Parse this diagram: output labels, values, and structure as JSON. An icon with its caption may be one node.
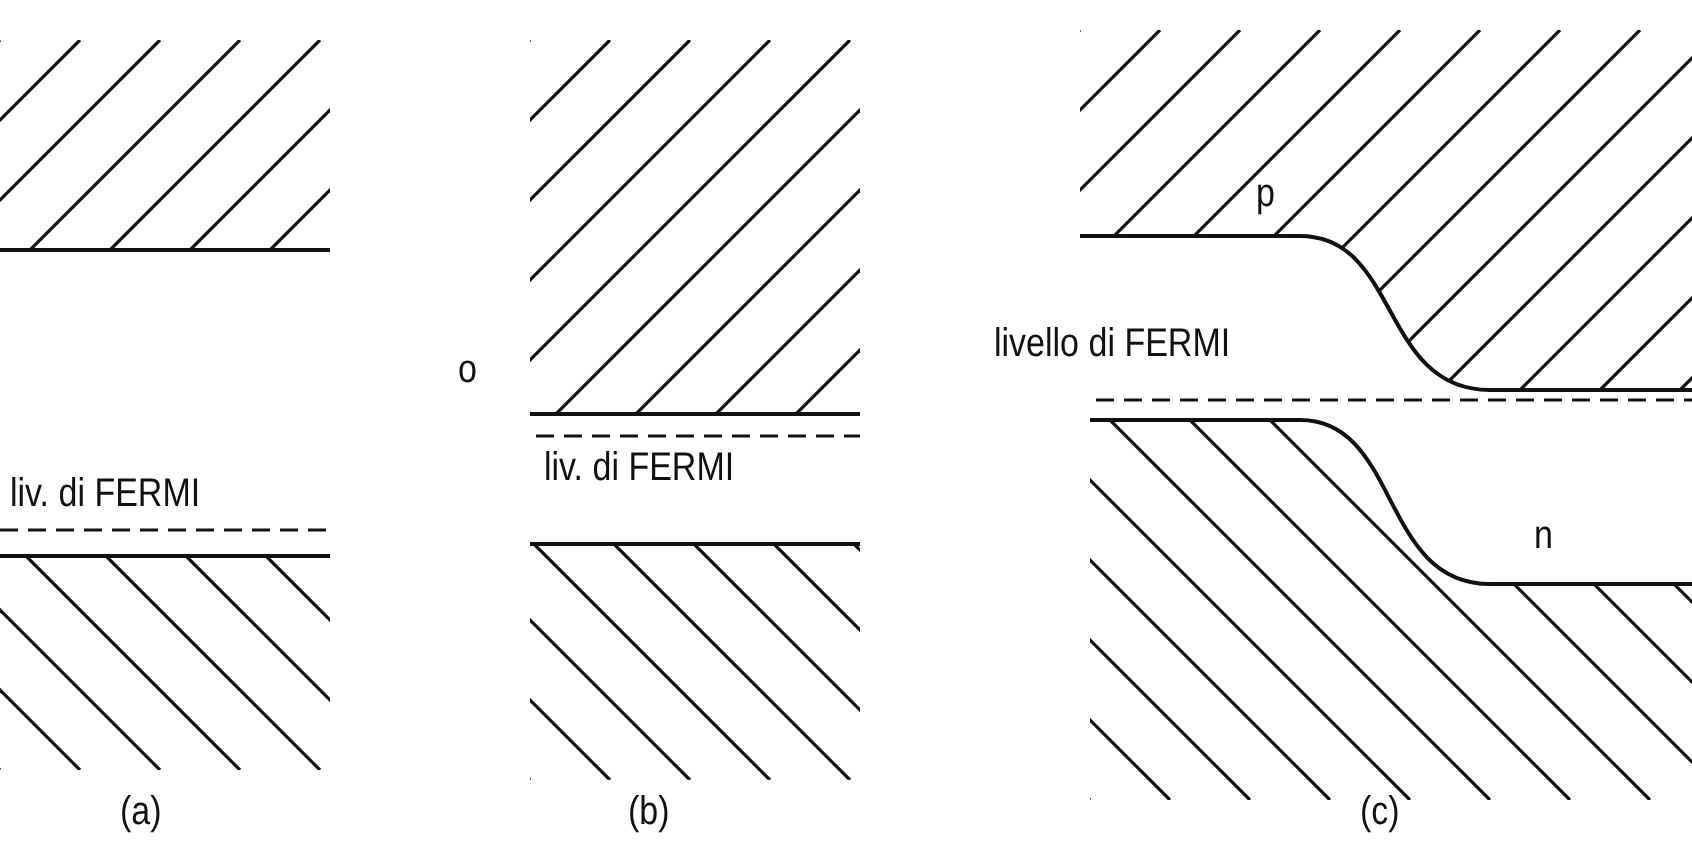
{
  "diagram": {
    "labels": [
      "liv. di FERMI",
      "(a)",
      "liv. di FERMI",
      "o",
      "(b)",
      "p",
      "livello di FERMI",
      "n",
      "(c)"
    ]
  }
}
